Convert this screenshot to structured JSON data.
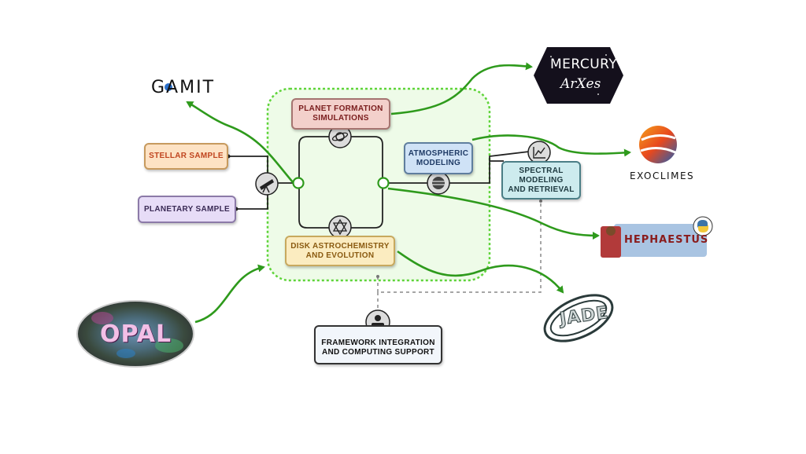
{
  "nodes": {
    "stellar_sample": "STELLAR SAMPLE",
    "planetary_sample": "PLANETARY SAMPLE",
    "planet_formation_line1": "PLANET FORMATION",
    "planet_formation_line2": "SIMULATIONS",
    "disk_line1": "DISK ASTROCHEMISTRY",
    "disk_line2": "AND EVOLUTION",
    "atmospheric_line1": "ATMOSPHERIC",
    "atmospheric_line2": "MODELING",
    "spectral_line1": "SPECTRAL",
    "spectral_line2": "MODELING",
    "spectral_line3": "AND RETRIEVAL",
    "framework_line1": "FRAMEWORK INTEGRATION",
    "framework_line2": "AND COMPUTING SUPPORT"
  },
  "logos": {
    "gaimit": "GAMIT",
    "mercury_line1": "MERCURY",
    "mercury_line2": "ArXes",
    "exoclimes": "EXOCLIMES",
    "hephaestus": "HEPHAESTUS",
    "opal": "OPAL",
    "jade": "JADE"
  },
  "colors": {
    "green_arrow": "#2e9a1c",
    "dotted_border": "#5fd43a",
    "panel_fill": "#eefbe8"
  },
  "icons": [
    "telescope-icon",
    "planet-icon",
    "atom-icon",
    "atmosphere-icon",
    "spectrum-chart-icon",
    "computer-user-icon",
    "python-icon"
  ]
}
